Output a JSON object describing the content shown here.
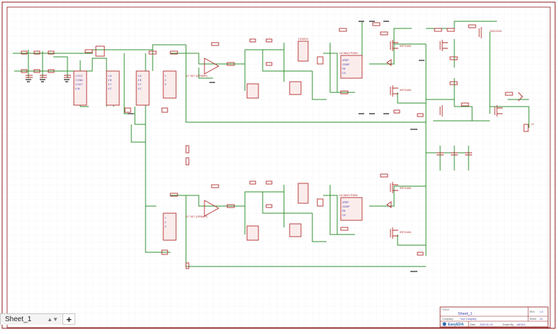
{
  "title_block": {
    "title_label": "TITLE:",
    "title": "Sheet_1",
    "rev_label": "REV:",
    "rev": "1.0",
    "company_label": "Company:",
    "company": "Your Company",
    "sheet_label": "Sheet:",
    "sheet": "1/1",
    "date_label": "Date:",
    "date": "2022-01-19",
    "drawn_label": "Drawn By:",
    "drawn": "dd1013",
    "brand": "EasyEDA"
  },
  "tabs": [
    {
      "label": "Sheet_1"
    }
  ],
  "add_tab_label": "+",
  "labels": {
    "opamp_top": "LF 347 (OPAMP)",
    "opamp_bottom": "LF 347 (OPAMP)",
    "ic_top_main": "UC3843 PWM",
    "ic_bottom_main": "UC3843 PWM",
    "mosfet_top_1": "IRFZ44N",
    "mosfet_top_2": "IRFZ44N",
    "mosfet_bot_1": "IRFZ44N",
    "mosfet_bot_2": "IRFZ44N",
    "transistor_top": "2N2222A",
    "logic_ic": "CD4011",
    "connector": "J1"
  },
  "colors": {
    "border": "#8b1a1a",
    "wire": "#2f8f2f",
    "component": "#b22d2d",
    "pin_text": "#3a3aa8",
    "ic_fill": "#fbecec",
    "grid": "#eeeeee",
    "brand": "#2b6cb0"
  }
}
